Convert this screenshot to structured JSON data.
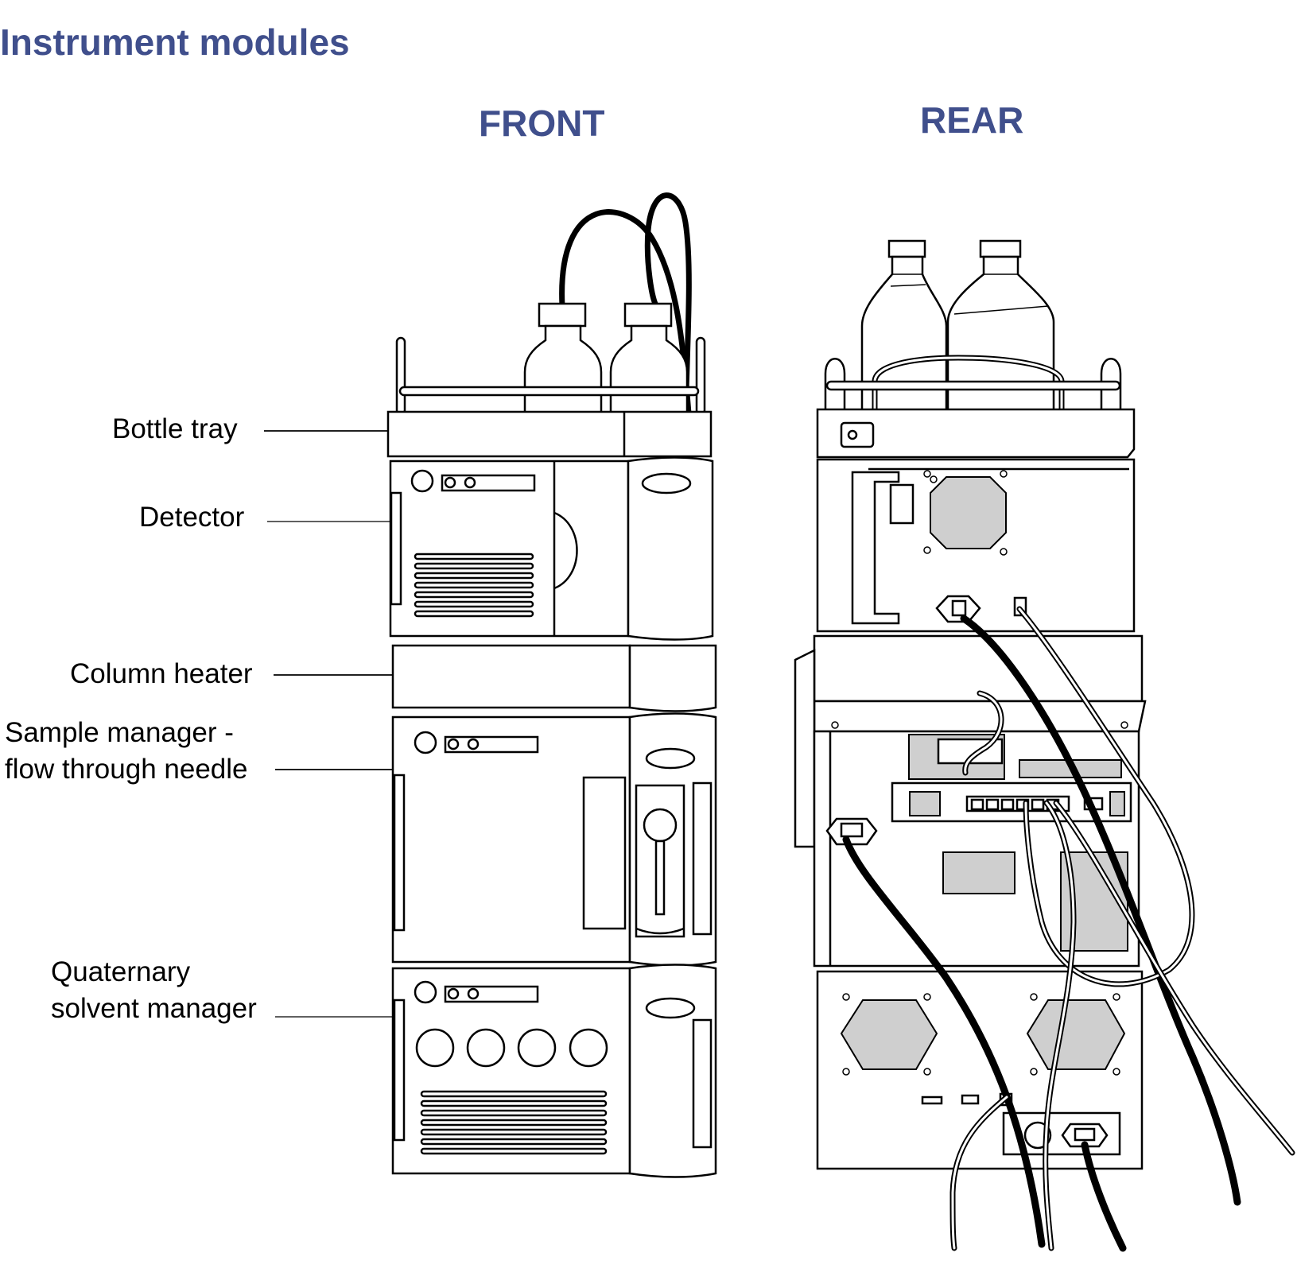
{
  "title": "Instrument modules",
  "views": {
    "front": "FRONT",
    "rear": "REAR"
  },
  "callouts": {
    "bottle_tray": "Bottle tray",
    "detector": "Detector",
    "column_heater": "Column heater",
    "sample_manager_line1": "Sample manager -",
    "sample_manager_line2": "flow through needle",
    "quaternary_line1": "Quaternary",
    "quaternary_line2": "solvent manager"
  },
  "colors": {
    "heading": "#404f8c",
    "text": "#000000",
    "panel_grey": "#cfcfcf"
  }
}
